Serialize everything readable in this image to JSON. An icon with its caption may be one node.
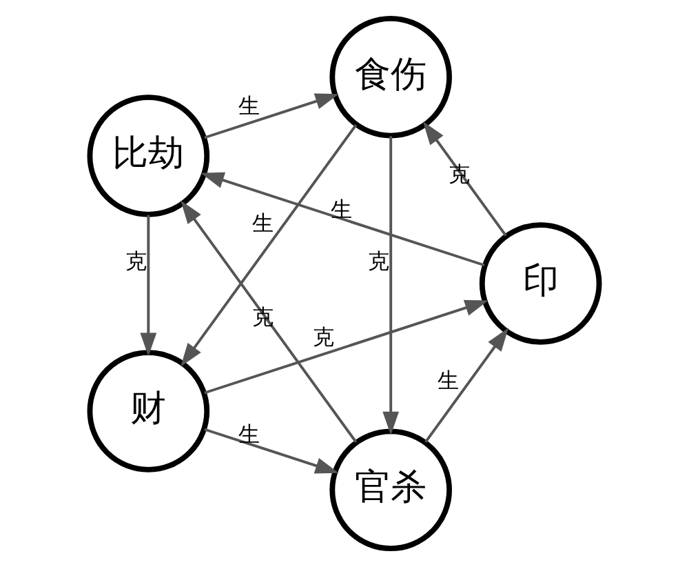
{
  "diagram": {
    "nodes": [
      {
        "text": [
          "官杀"
        ]
      },
      {
        "text": [
          "印"
        ]
      },
      {
        "text": [
          "财"
        ]
      },
      {
        "text": [
          "比劫"
        ]
      },
      {
        "text": [
          "食伤"
        ]
      }
    ],
    "edges": [
      {
        "from": 0,
        "to": 1,
        "arrow": "to",
        "label": "生"
      },
      {
        "from": 1,
        "to": 3,
        "arrow": "to",
        "label": "生"
      },
      {
        "from": 3,
        "to": 4,
        "arrow": "to",
        "label": "生"
      },
      {
        "from": 4,
        "to": 2,
        "arrow": "to",
        "label": "生"
      },
      {
        "from": 2,
        "to": 0,
        "arrow": "to",
        "label": "生"
      },
      {
        "from": 0,
        "to": 3,
        "arrow": "to",
        "label": "克"
      },
      {
        "from": 3,
        "to": 2,
        "arrow": "to",
        "label": "克"
      },
      {
        "from": 2,
        "to": 1,
        "arrow": "to",
        "label": "克"
      },
      {
        "from": 1,
        "to": 4,
        "arrow": "to",
        "label": "克"
      },
      {
        "from": 4,
        "to": 0,
        "arrow": "to",
        "label": "克"
      }
    ]
  }
}
